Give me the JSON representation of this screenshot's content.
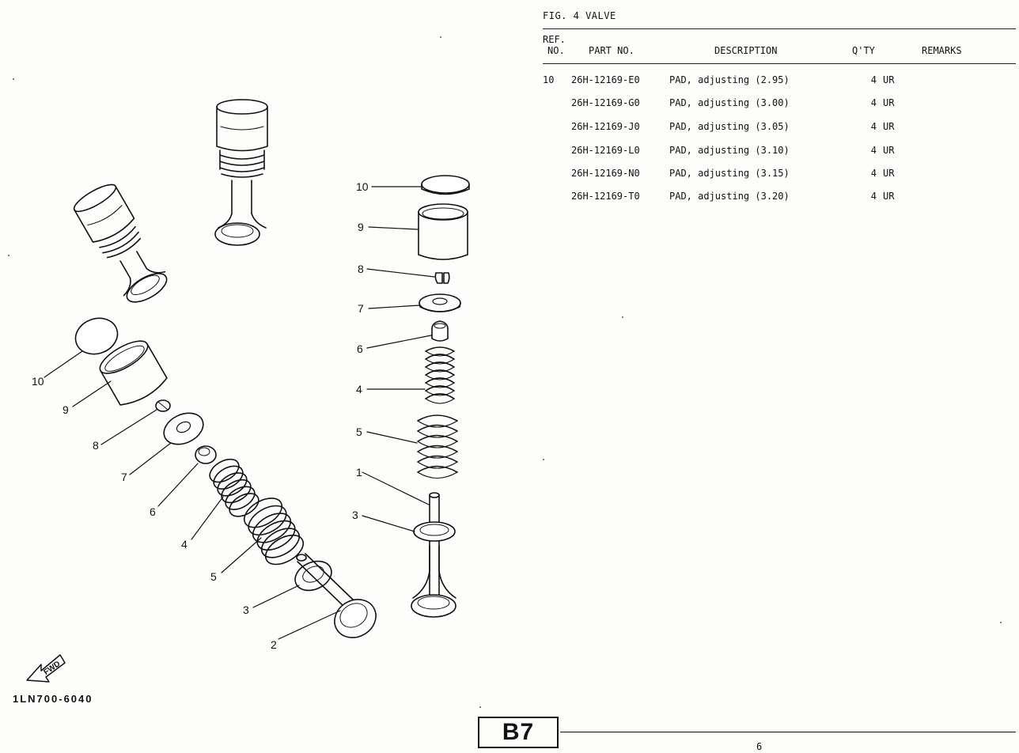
{
  "figure": {
    "label": "FIG.  4  VALVE"
  },
  "table": {
    "headers": {
      "ref_line1": "REF.",
      "ref_line2": "NO.",
      "part_no": "PART NO.",
      "description": "DESCRIPTION",
      "qty": "Q'TY",
      "remarks": "REMARKS"
    },
    "rows": [
      {
        "ref": "10",
        "part_no": "26H-12169-E0",
        "description": "PAD, adjusting (2.95)",
        "qty": "4",
        "remarks": "UR"
      },
      {
        "ref": "",
        "part_no": "26H-12169-G0",
        "description": "PAD, adjusting (3.00)",
        "qty": "4",
        "remarks": "UR"
      },
      {
        "ref": "",
        "part_no": "26H-12169-J0",
        "description": "PAD, adjusting (3.05)",
        "qty": "4",
        "remarks": "UR"
      },
      {
        "ref": "",
        "part_no": "26H-12169-L0",
        "description": "PAD, adjusting (3.10)",
        "qty": "4",
        "remarks": "UR"
      },
      {
        "ref": "",
        "part_no": "26H-12169-N0",
        "description": "PAD, adjusting (3.15)",
        "qty": "4",
        "remarks": "UR"
      },
      {
        "ref": "",
        "part_no": "26H-12169-T0",
        "description": "PAD, adjusting (3.20)",
        "qty": "4",
        "remarks": "UR"
      }
    ]
  },
  "diagram": {
    "callouts_right": {
      "c10": "10",
      "c9": "9",
      "c8": "8",
      "c7": "7",
      "c6": "6",
      "c4": "4",
      "c5": "5",
      "c1": "1",
      "c3": "3"
    },
    "callouts_left": {
      "c10": "10",
      "c9": "9",
      "c8": "8",
      "c7": "7",
      "c6": "6",
      "c4": "4",
      "c5": "5",
      "c3": "3",
      "c2": "2"
    },
    "fwd_label": "FWD",
    "drawing_code": "1LN700-6040"
  },
  "footer": {
    "section": "B7",
    "page": "6"
  }
}
